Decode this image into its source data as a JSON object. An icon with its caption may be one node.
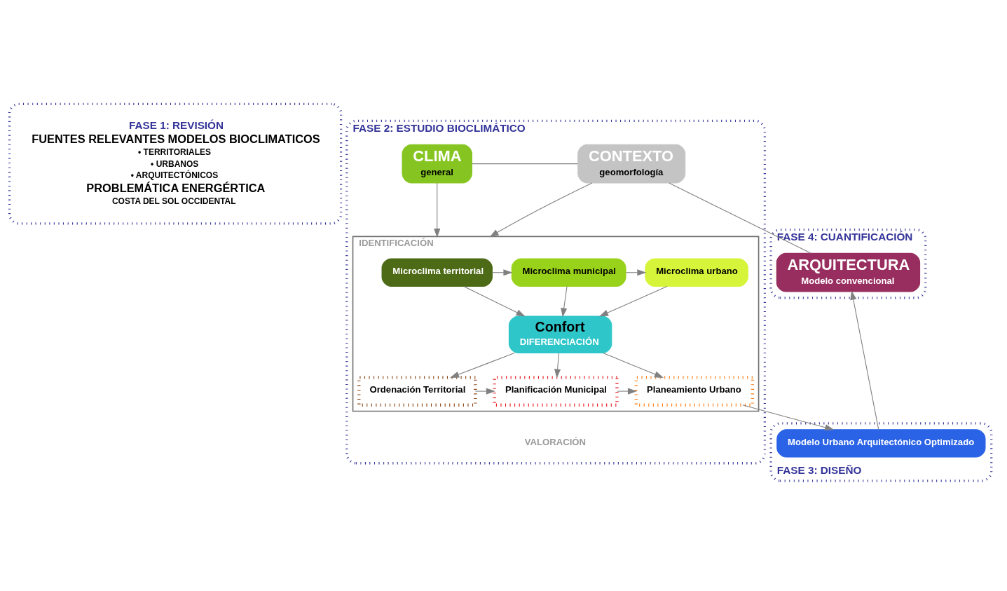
{
  "diagram": {
    "nodes": [
      {
        "text": [
          "FASE 1: REVISIÓN",
          "FUENTES RELEVANTES MODELOS BIOCLIMATICOS",
          "• TERRITORIALES",
          "• URBANOS",
          "• ARQUITECTÓNICOS",
          "PROBLEMÁTICA ENERGÉRTICA",
          "COSTA DEL SOL OCCIDENTAL"
        ]
      },
      {
        "text": [
          "FASE 2: ESTUDIO BIOCLIMÁTICO"
        ]
      },
      {
        "text": [
          "CLIMA",
          "general"
        ],
        "in": 1
      },
      {
        "text": [
          "CONTEXTO",
          "geomorfología"
        ],
        "in": 1
      },
      {
        "text": [
          "IDENTIFICACIÓN"
        ],
        "in": 1
      },
      {
        "text": [
          "Microclima territorial"
        ],
        "in": 4
      },
      {
        "text": [
          "Microclima municipal"
        ],
        "in": 4
      },
      {
        "text": [
          "Microclima urbano"
        ],
        "in": 4
      },
      {
        "text": [
          "Confort",
          "DIFERENCIACIÓN"
        ],
        "in": 4
      },
      {
        "text": [
          "Ordenación Territorial"
        ],
        "in": 4
      },
      {
        "text": [
          "Planificación Municipal"
        ],
        "in": 4
      },
      {
        "text": [
          "Planeamiento Urbano"
        ],
        "in": 4
      },
      {
        "text": [
          "FASE 4: CUANTIFICACIÓN"
        ]
      },
      {
        "text": [
          "ARQUITECTURA",
          "Modelo convencional"
        ],
        "in": 12
      },
      {
        "text": [
          "FASE 3: DISEÑO"
        ]
      },
      {
        "text": [
          "Modelo Urbano Arquitectónico Optimizado"
        ],
        "in": 14
      }
    ],
    "edges": [
      {
        "from": 2,
        "to": 3,
        "arrow": "none"
      },
      {
        "from": 3,
        "to": 13,
        "arrow": "none"
      },
      {
        "from": 2,
        "to": 4,
        "arrow": "to"
      },
      {
        "from": 3,
        "to": 4,
        "arrow": "to"
      },
      {
        "from": 5,
        "to": 6,
        "arrow": "to"
      },
      {
        "from": 6,
        "to": 7,
        "arrow": "to"
      },
      {
        "from": 5,
        "to": 8,
        "arrow": "to"
      },
      {
        "from": 6,
        "to": 8,
        "arrow": "to"
      },
      {
        "from": 7,
        "to": 8,
        "arrow": "to"
      },
      {
        "from": 8,
        "to": 9,
        "arrow": "to"
      },
      {
        "from": 8,
        "to": 10,
        "arrow": "to"
      },
      {
        "from": 8,
        "to": 11,
        "arrow": "to"
      },
      {
        "from": 9,
        "to": 10,
        "arrow": "to"
      },
      {
        "from": 10,
        "to": 11,
        "arrow": "to"
      },
      {
        "from": 11,
        "to": 15,
        "arrow": "to"
      },
      {
        "from": 15,
        "to": 13,
        "arrow": "to"
      }
    ],
    "labels": [
      "VALORACIÓN"
    ]
  }
}
